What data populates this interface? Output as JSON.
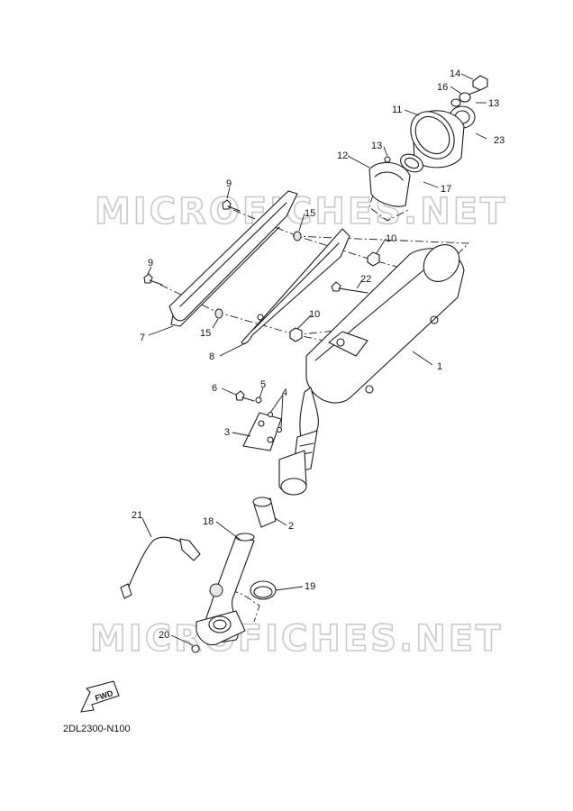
{
  "diagram": {
    "watermarks": [
      "MICROFICHES.NET",
      "MICROFICHES.NET"
    ],
    "diagram_code": "2DL2300-N100",
    "fwd_label": "FWD",
    "callouts": [
      "1",
      "2",
      "3",
      "4",
      "5",
      "6",
      "7",
      "8",
      "9",
      "9",
      "10",
      "10",
      "11",
      "12",
      "13",
      "13",
      "14",
      "15",
      "15",
      "16",
      "17",
      "18",
      "19",
      "20",
      "21",
      "22",
      "23"
    ]
  }
}
